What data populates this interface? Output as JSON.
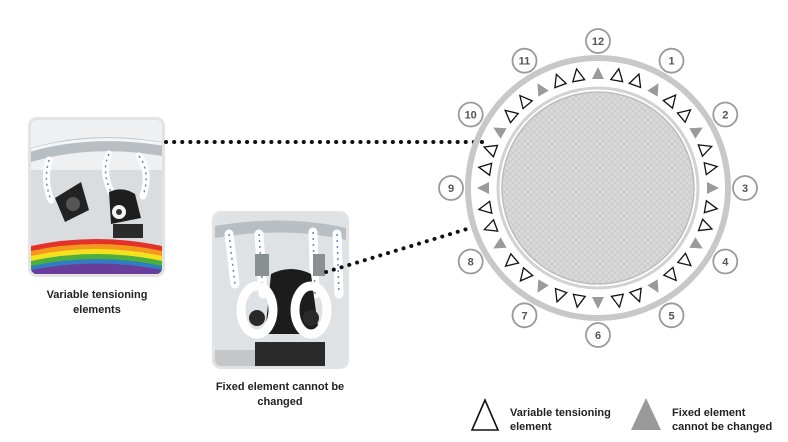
{
  "captions": {
    "variable": "Variable tensioning elements",
    "fixed": "Fixed element cannot be changed"
  },
  "legend": {
    "variable": "Variable tensioning element",
    "fixed": "Fixed element cannot be changed"
  },
  "positions": [
    "12",
    "1",
    "2",
    "3",
    "4",
    "5",
    "6",
    "7",
    "8",
    "9",
    "10",
    "11"
  ],
  "colors": {
    "ring": "#c8c8c8",
    "mat": "#d6d6d6",
    "fixed_triangle": "#9a9a9a",
    "rainbow": [
      "#e4322b",
      "#f39a1e",
      "#f4e21e",
      "#4cae3c",
      "#2f7ec2",
      "#6a3d9a"
    ]
  }
}
